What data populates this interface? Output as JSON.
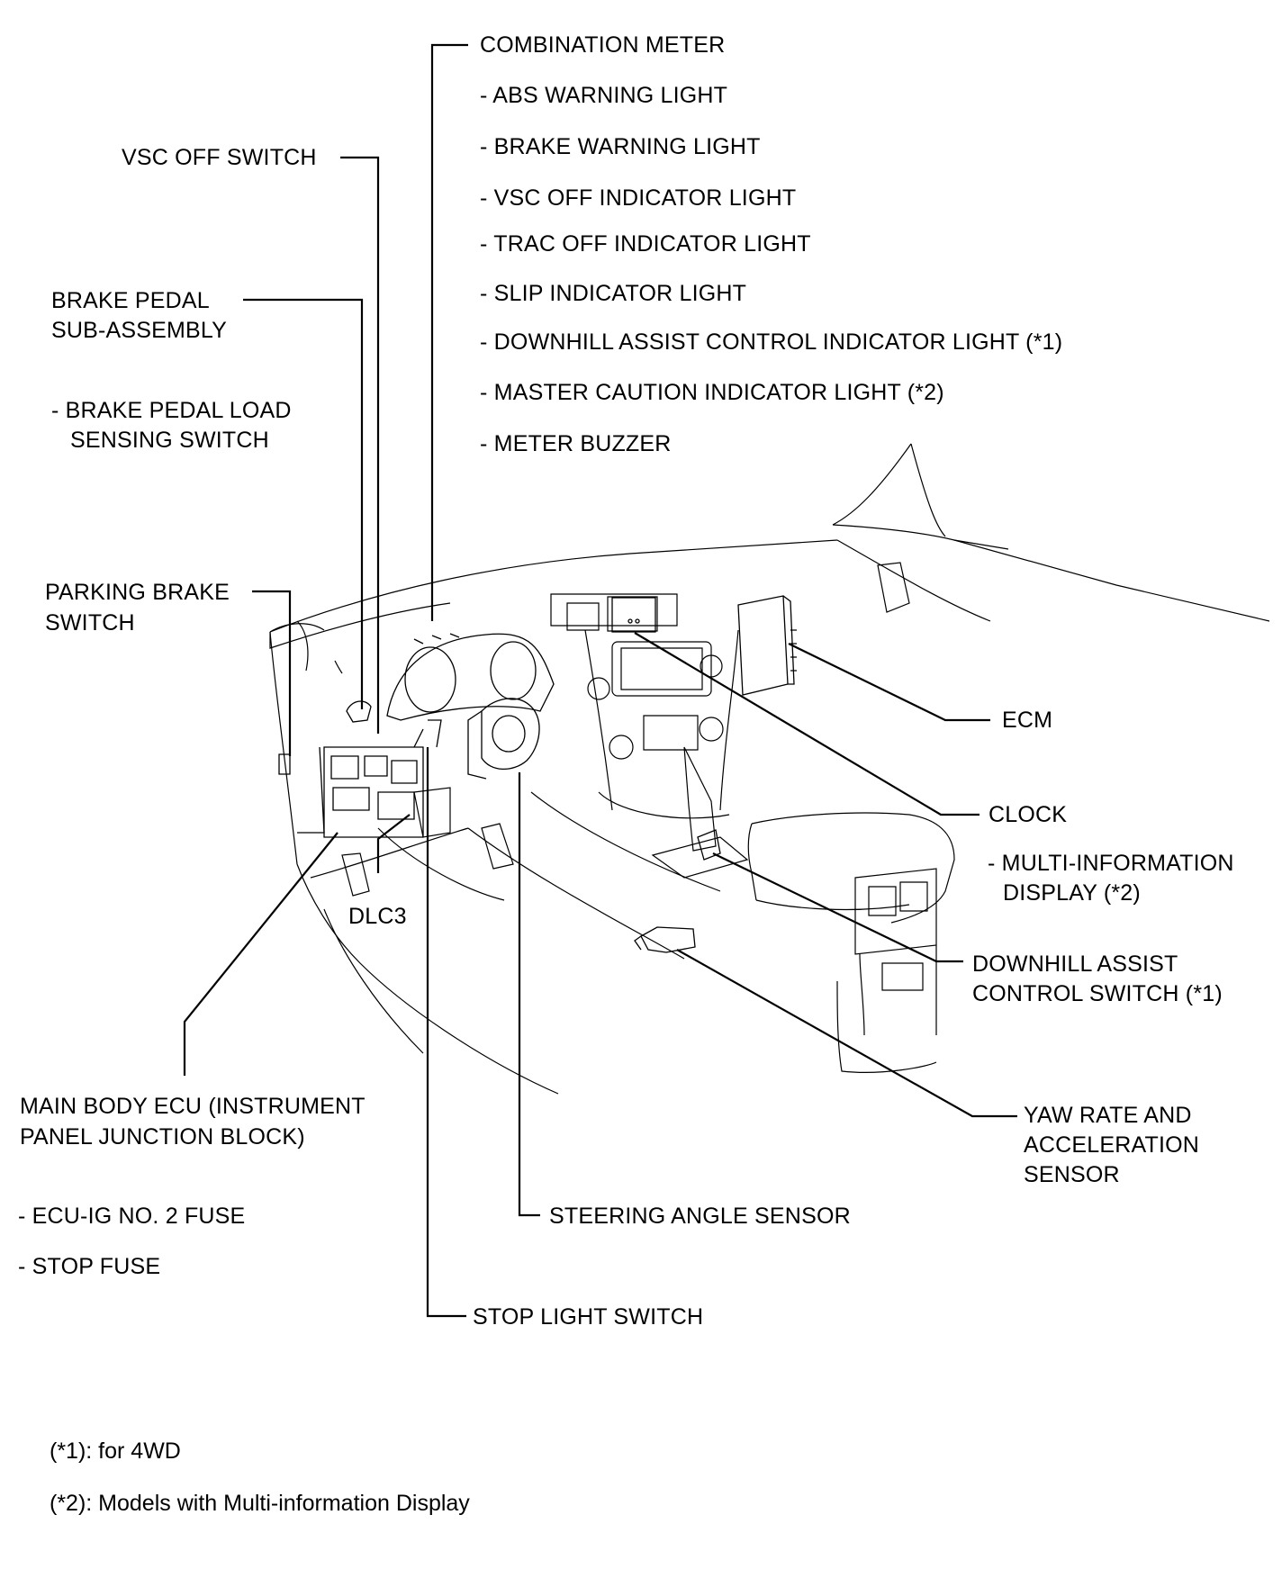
{
  "labels": {
    "combination_meter": "COMBINATION METER",
    "abs_warning": "ABS WARNING LIGHT",
    "brake_warning": "BRAKE WARNING LIGHT",
    "vsc_off_indicator": "VSC OFF INDICATOR LIGHT",
    "trac_off_indicator": "TRAC OFF INDICATOR LIGHT",
    "slip_indicator": "SLIP INDICATOR LIGHT",
    "downhill_indicator": "DOWNHILL ASSIST CONTROL INDICATOR LIGHT (*1)",
    "master_caution": "MASTER CAUTION INDICATOR LIGHT (*2)",
    "meter_buzzer": "METER BUZZER",
    "vsc_off_switch": "VSC OFF SWITCH",
    "brake_pedal_1": "BRAKE PEDAL",
    "brake_pedal_2": "SUB-ASSEMBLY",
    "brake_load_1": "BRAKE PEDAL LOAD",
    "brake_load_2": "SENSING SWITCH",
    "parking_brake_1": "PARKING BRAKE",
    "parking_brake_2": "SWITCH",
    "ecm": "ECM",
    "clock": "CLOCK",
    "multi_info_1": "MULTI-INFORMATION",
    "multi_info_2": "DISPLAY (*2)",
    "dlc3": "DLC3",
    "downhill_switch_1": "DOWNHILL ASSIST",
    "downhill_switch_2": "CONTROL SWITCH (*1)",
    "main_body_1": "MAIN BODY ECU (INSTRUMENT",
    "main_body_2": "PANEL JUNCTION BLOCK)",
    "yaw_rate_1": "YAW RATE AND",
    "yaw_rate_2": "ACCELERATION",
    "yaw_rate_3": "SENSOR",
    "ecu_ig_fuse": "ECU-IG NO. 2 FUSE",
    "stop_fuse": "STOP FUSE",
    "steering_angle": "STEERING ANGLE SENSOR",
    "stop_light_switch": "STOP LIGHT SWITCH"
  },
  "notes": {
    "note1": "(*1): for 4WD",
    "note2": "(*2): Models with Multi-information Display"
  }
}
